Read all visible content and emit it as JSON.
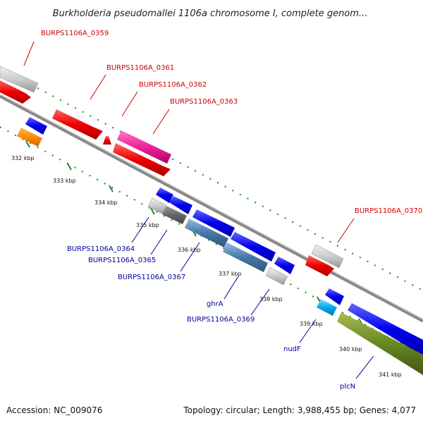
{
  "title": "Burkholderia pseudomallei 1106a chromosome I, complete genom...",
  "footer": {
    "accession": "Accession: NC_009076",
    "topology": "Topology: circular; Length: 3,988,455 bp; Genes: 4,077"
  },
  "ticks": [
    "332 kbp",
    "333 kbp",
    "334 kbp",
    "335 kbp",
    "336 kbp",
    "337 kbp",
    "338 kbp",
    "339 kbp",
    "340 kbp",
    "341 kbp"
  ],
  "genes": [
    {
      "label": "BURPS1106A_0359",
      "color": "#cc0000"
    },
    {
      "label": "BURPS1106A_0361",
      "color": "#cc0000"
    },
    {
      "label": "BURPS1106A_0362",
      "color": "#cc0000"
    },
    {
      "label": "BURPS1106A_0363",
      "color": "#cc0000"
    },
    {
      "label": "BURPS1106A_0370",
      "color": "#cc0000"
    },
    {
      "label": "BURPS1106A_0364",
      "color": "#000099"
    },
    {
      "label": "BURPS1106A_0365",
      "color": "#000099"
    },
    {
      "label": "BURPS1106A_0367",
      "color": "#000099"
    },
    {
      "label": "ghrA",
      "color": "#000099"
    },
    {
      "label": "BURPS1106A_0369",
      "color": "#000099"
    },
    {
      "label": "nudF",
      "color": "#000099"
    },
    {
      "label": "plcN",
      "color": "#000099"
    }
  ]
}
